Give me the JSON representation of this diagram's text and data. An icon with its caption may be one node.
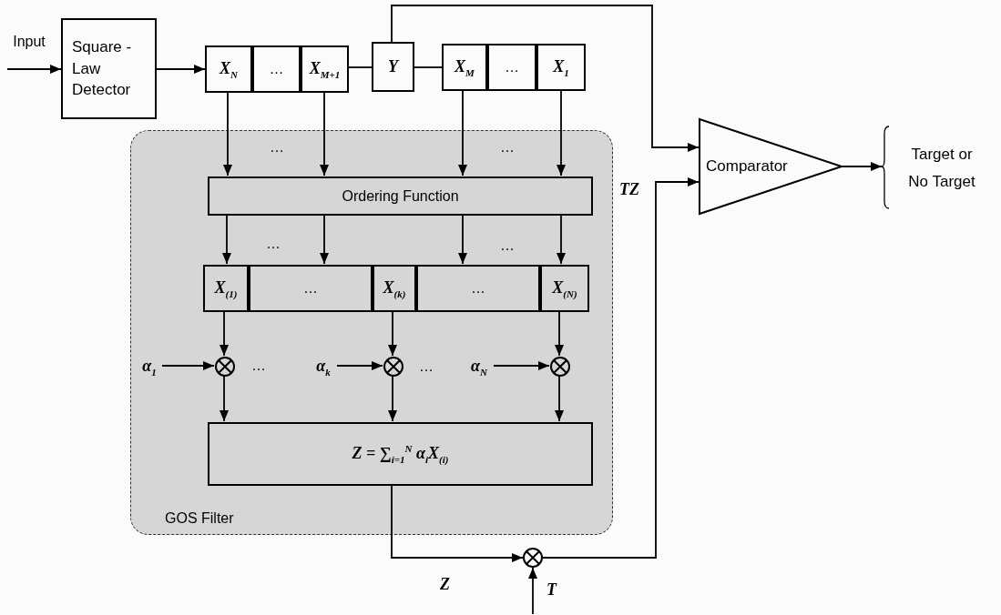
{
  "diagram": {
    "nodes": [
      {
        "text": [
          "Input"
        ]
      },
      {
        "text": [
          "Square -Law Detector"
        ]
      },
      {
        "text": [
          "X$_{N}$"
        ]
      },
      {
        "text": [
          "…"
        ]
      },
      {
        "text": [
          "X$_{M+1}$"
        ]
      },
      {
        "text": [
          "Y"
        ]
      },
      {
        "text": [
          "X$_{M}$"
        ]
      },
      {
        "text": [
          "…"
        ]
      },
      {
        "text": [
          "X$_{1}$"
        ]
      },
      {
        "text": [
          "GOS Filter"
        ]
      },
      {
        "text": [
          "Ordering Function"
        ],
        "in": 9
      },
      {
        "text": [
          "X$_{(1)}$"
        ],
        "in": 9
      },
      {
        "text": [
          "…"
        ],
        "in": 9
      },
      {
        "text": [
          "X$_{(k)}$"
        ],
        "in": 9
      },
      {
        "text": [
          "…"
        ],
        "in": 9
      },
      {
        "text": [
          "X$_{(N)}$"
        ],
        "in": 9
      },
      {
        "text": [],
        "shape": "circle",
        "in": 9
      },
      {
        "text": [],
        "shape": "circle",
        "in": 9
      },
      {
        "text": [],
        "shape": "circle",
        "in": 9
      },
      {
        "text": [
          "α$_{1}$"
        ],
        "in": 9
      },
      {
        "text": [
          "α$_{k}$"
        ],
        "in": 9
      },
      {
        "text": [
          "α$_{N}$"
        ],
        "in": 9
      },
      {
        "text": [
          "Z = ∑$_{i=1}$$^{N}$ α$_{i}$X$_{(i)}$"
        ],
        "in": 9
      },
      {
        "text": [],
        "shape": "circle"
      },
      {
        "text": [
          "Comparator"
        ]
      },
      {
        "text": [
          "Target or No Target"
        ]
      }
    ],
    "edges": [
      {
        "from": 0,
        "to": 1,
        "arrow": "to"
      },
      {
        "from": 1,
        "to": 2,
        "arrow": "to"
      },
      {
        "from": 4,
        "to": 5,
        "arrow": "none"
      },
      {
        "from": 5,
        "to": 6,
        "arrow": "none"
      },
      {
        "from": 5,
        "to": 24,
        "arrow": "to"
      },
      {
        "from": 2,
        "to": 10,
        "arrow": "to"
      },
      {
        "from": 4,
        "to": 10,
        "arrow": "to"
      },
      {
        "from": 6,
        "to": 10,
        "arrow": "to"
      },
      {
        "from": 8,
        "to": 10,
        "arrow": "to"
      },
      {
        "from": 10,
        "to": 11,
        "arrow": "to"
      },
      {
        "from": 10,
        "to": 12,
        "arrow": "to"
      },
      {
        "from": 10,
        "to": 14,
        "arrow": "to"
      },
      {
        "from": 10,
        "to": 15,
        "arrow": "to"
      },
      {
        "from": 11,
        "to": 16,
        "arrow": "to"
      },
      {
        "from": 13,
        "to": 17,
        "arrow": "to"
      },
      {
        "from": 15,
        "to": 18,
        "arrow": "to"
      },
      {
        "from": 19,
        "to": 16,
        "arrow": "to"
      },
      {
        "from": 20,
        "to": 17,
        "arrow": "to"
      },
      {
        "from": 21,
        "to": 18,
        "arrow": "to"
      },
      {
        "from": 16,
        "to": 22,
        "arrow": "to"
      },
      {
        "from": 17,
        "to": 22,
        "arrow": "to"
      },
      {
        "from": 18,
        "to": 22,
        "arrow": "to"
      },
      {
        "from": 22,
        "to": 23,
        "arrow": "to",
        "label": "Z"
      },
      {
        "from": null,
        "to": 23,
        "arrow": "to",
        "label": "T"
      },
      {
        "from": 23,
        "to": 24,
        "arrow": "to",
        "label": "TZ"
      },
      {
        "from": 24,
        "to": 25,
        "arrow": "to"
      }
    ],
    "labels": [
      "…",
      "…",
      "…",
      "…",
      "…",
      "…"
    ]
  }
}
